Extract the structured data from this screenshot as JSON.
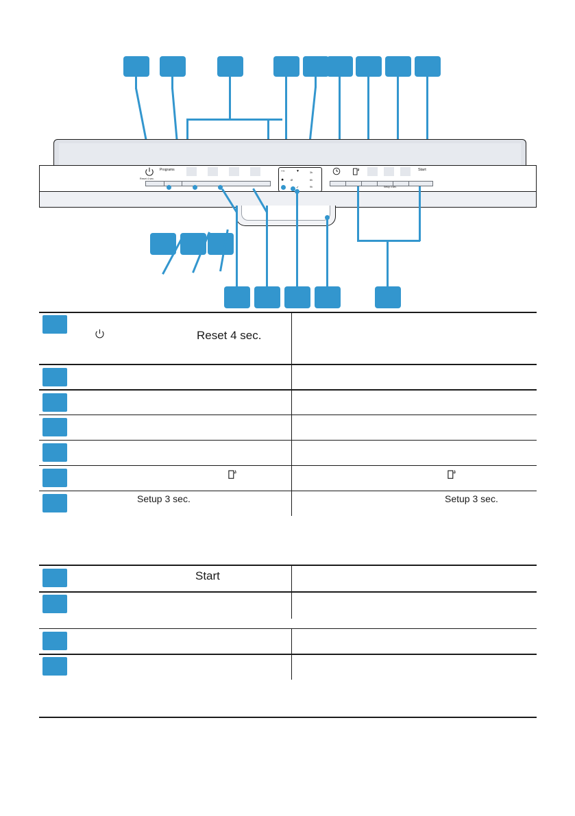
{
  "document": {
    "type": "appliance-control-panel-diagram",
    "subject": "dishwasher control panel",
    "accent_color": "#3396ce",
    "line_color": "#1a1a1a",
    "panel_fill": "#dfe2e8"
  },
  "control_panel": {
    "power_button": {
      "icon": "power-icon",
      "sub_label": "Reset 4 sec."
    },
    "programs_label": "Programs",
    "start_label": "Start",
    "setup_label": "Setup 3 sec.",
    "program_buttons": [
      {
        "name": "program-button-1"
      },
      {
        "name": "program-button-2"
      },
      {
        "name": "program-button-3"
      },
      {
        "name": "program-button-4"
      },
      {
        "name": "program-button-5"
      }
    ],
    "option_buttons": [
      {
        "name": "option-button-1"
      },
      {
        "name": "option-button-2"
      },
      {
        "name": "option-button-3"
      },
      {
        "name": "option-button-4"
      }
    ],
    "indicator_cluster": {
      "icons": [
        {
          "name": "tap-water-icon",
          "glyph": "⨍"
        },
        {
          "name": "wifi-icon",
          "glyph": "▼"
        },
        {
          "name": "salt-icon",
          "glyph": "✹"
        },
        {
          "name": "rinse-aid-icon",
          "glyph": "⊘"
        },
        {
          "name": "check-icon",
          "glyph": "✓"
        }
      ],
      "delay_options": [
        "3h",
        "6h",
        "9h"
      ]
    },
    "timer_icon": "clock-icon",
    "remote_start_icon": "remote-start-icon"
  },
  "callouts": {
    "top_row": [
      {
        "id": "callout-1"
      },
      {
        "id": "callout-2"
      },
      {
        "id": "callout-3"
      },
      {
        "id": "callout-4"
      },
      {
        "id": "callout-5"
      },
      {
        "id": "callout-6"
      },
      {
        "id": "callout-7"
      },
      {
        "id": "callout-8"
      },
      {
        "id": "callout-9"
      }
    ],
    "mid_row": [
      {
        "id": "callout-10"
      },
      {
        "id": "callout-11"
      },
      {
        "id": "callout-12"
      }
    ],
    "bottom_row": [
      {
        "id": "callout-13"
      },
      {
        "id": "callout-14"
      },
      {
        "id": "callout-15"
      },
      {
        "id": "callout-16"
      },
      {
        "id": "callout-17"
      }
    ]
  },
  "legend": {
    "rows": [
      {
        "marker": "legend-marker-1",
        "col_a": "",
        "col_a_icon": "power-icon",
        "col_a_text": "Reset 4 sec.",
        "col_b": ""
      },
      {
        "marker": "legend-marker-2",
        "col_a": "",
        "col_b": ""
      },
      {
        "marker": "legend-marker-3",
        "col_a": "",
        "col_b": ""
      },
      {
        "marker": "legend-marker-4",
        "col_a": "",
        "col_b": ""
      },
      {
        "marker": "legend-marker-5",
        "col_a": "",
        "col_b": ""
      },
      {
        "marker": "legend-marker-6",
        "col_a_icon": "remote-start-icon",
        "col_b_icon": "remote-start-icon"
      },
      {
        "marker": "legend-marker-7",
        "col_a_text": "Setup 3 sec.",
        "col_b_text": "Setup 3 sec."
      },
      {
        "marker": "legend-marker-8",
        "col_a_text": "Start",
        "col_b": ""
      },
      {
        "marker": "legend-marker-9",
        "col_a": "",
        "col_b": ""
      },
      {
        "marker": "legend-marker-10",
        "col_a": "",
        "col_b": ""
      },
      {
        "marker": "legend-marker-11",
        "col_a": "",
        "col_b": ""
      }
    ]
  }
}
